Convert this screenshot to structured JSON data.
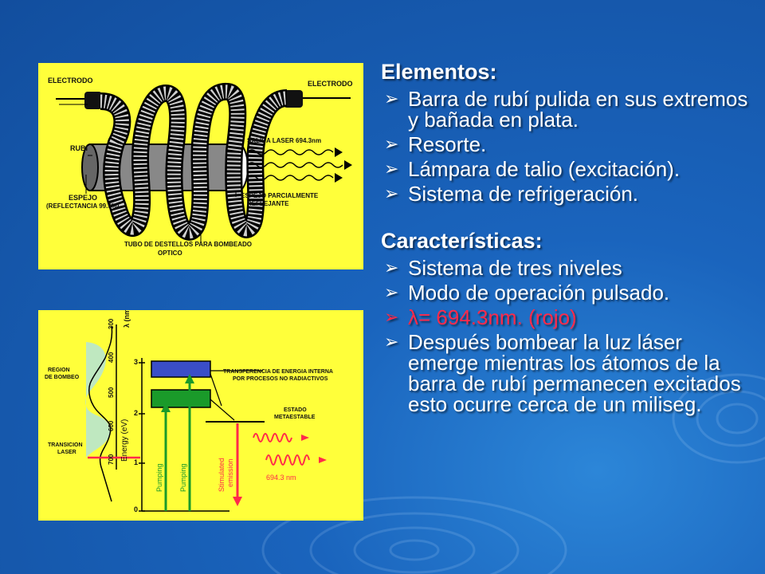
{
  "elementos": {
    "heading": "Elementos:",
    "items": [
      " Barra de rubí pulida en sus extremos y bañada en plata.",
      "Resorte.",
      "Lámpara de talio (excitación).",
      "Sistema de refrigeración."
    ]
  },
  "caracteristicas": {
    "heading": "Características:",
    "items": [
      "Sistema de tres niveles",
      "Modo de operación pulsado.",
      "λ= 694.3nm. (rojo)",
      "Después bombear la luz láser emerge mientras los átomos de la barra de rubí permanecen excitados esto ocurre cerca de un miliseg."
    ]
  },
  "bullet_glyph": "➢",
  "figure1": {
    "electrodo_left": "ELECTRODO",
    "electrodo_right": "ELECTRODO",
    "rubi": "RUBI",
    "salida": "SALIDA LASER 694.3nm",
    "espejo": "ESPEJO",
    "reflectancia": "(REFLECTANCIA 99.9%)",
    "espejo_parcial": "ESPEJO PARCIALMENTE",
    "reflejante": "REFLEJANTE",
    "tubo": "TUBO DE DESTELLOS PARA BOMBEADO",
    "optico": "OPTICO"
  },
  "figure2": {
    "lambda_axis": "λ (nm)",
    "lambda_ticks": [
      "300",
      "400",
      "500",
      "600",
      "700"
    ],
    "energy_axis": "Energy (eV)",
    "energy_ticks": [
      "3",
      "2",
      "1",
      "0"
    ],
    "region": "REGION",
    "de_bombeo": "DE BOMBEO",
    "transicion": "TRANSICION",
    "laser": "LASER",
    "transferencia": "TRANSFERENCIA DE ENERGIA INTERNA",
    "por_procesos": "POR PROCESOS NO RADIACTIVOS",
    "estado": "ESTADO",
    "metaestable": "METAESTABLE",
    "pumping": "Pumping",
    "stimulated": "Stimulated",
    "emission": "emission",
    "wavelength": "694.3 nm"
  },
  "colors": {
    "figure_bg": "#ffff3a",
    "laser_red": "#ff2a4a",
    "pump_green": "#1a9a2a",
    "band_blue": "#3a4ec8"
  }
}
